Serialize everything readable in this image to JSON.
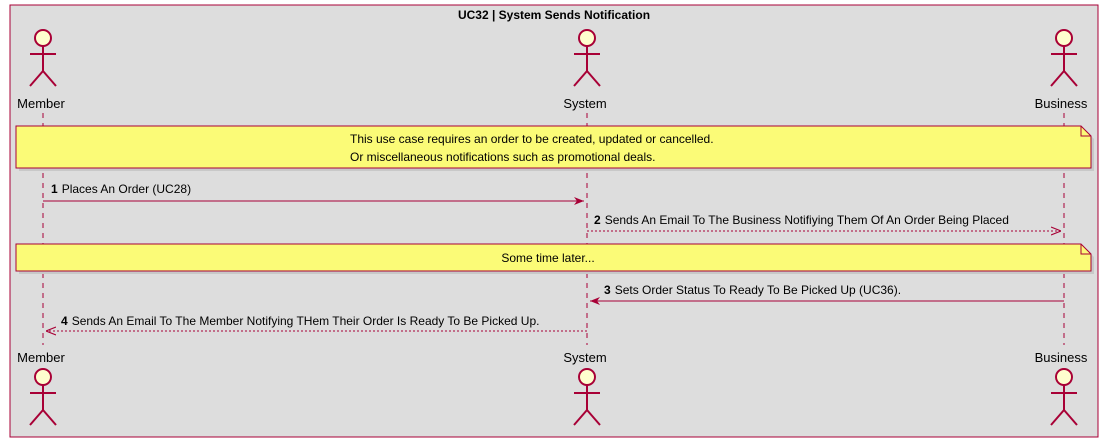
{
  "diagram": {
    "title": "UC32 | System Sends Notification",
    "participants": [
      {
        "id": "member",
        "label": "Member"
      },
      {
        "id": "system",
        "label": "System"
      },
      {
        "id": "business",
        "label": "Business"
      }
    ],
    "notes": [
      {
        "lines": [
          "This use case requires an order to be created, updated or cancelled.",
          "Or miscellaneous notifications such as promotional deals."
        ]
      },
      {
        "lines": [
          "Some time later..."
        ]
      }
    ],
    "messages": [
      {
        "number": "1",
        "text": "Places An Order (UC28)",
        "style": "solid"
      },
      {
        "number": "2",
        "text": "Sends An Email To The Business Notifiying Them Of An Order Being Placed",
        "style": "dashed"
      },
      {
        "number": "3",
        "text": "Sets Order Status To Ready To Be Picked Up (UC36).",
        "style": "solid"
      },
      {
        "number": "4",
        "text": "Sends An Email To The Member Notifying THem Their Order Is Ready To Be Picked Up.",
        "style": "dashed"
      }
    ],
    "colors": {
      "background": "#dddddd",
      "frame": "#a80036",
      "lifeline": "#a80036",
      "actor_fill": "#fefece",
      "actor_stroke": "#a80036",
      "note_fill": "#fbfb77",
      "note_stroke": "#a80036",
      "arrow": "#a80036"
    }
  }
}
